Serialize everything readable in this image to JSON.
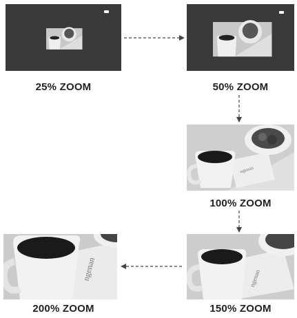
{
  "panels": [
    {
      "label": "25% ZOOM",
      "zoom_percent": 25
    },
    {
      "label": "50% ZOOM",
      "zoom_percent": 50
    },
    {
      "label": "100% ZOOM",
      "zoom_percent": 100
    },
    {
      "label": "150% ZOOM",
      "zoom_percent": 150
    },
    {
      "label": "200% ZOOM",
      "zoom_percent": 200
    }
  ],
  "flow": [
    "25% ZOOM",
    "50% ZOOM",
    "100% ZOOM",
    "150% ZOOM",
    "200% ZOOM"
  ],
  "colors": {
    "frame_bg": "#3a3a3a",
    "arrow": "#444444",
    "text": "#222222"
  },
  "icons": {
    "screen_corner_mark": "small-white-badge-icon"
  }
}
